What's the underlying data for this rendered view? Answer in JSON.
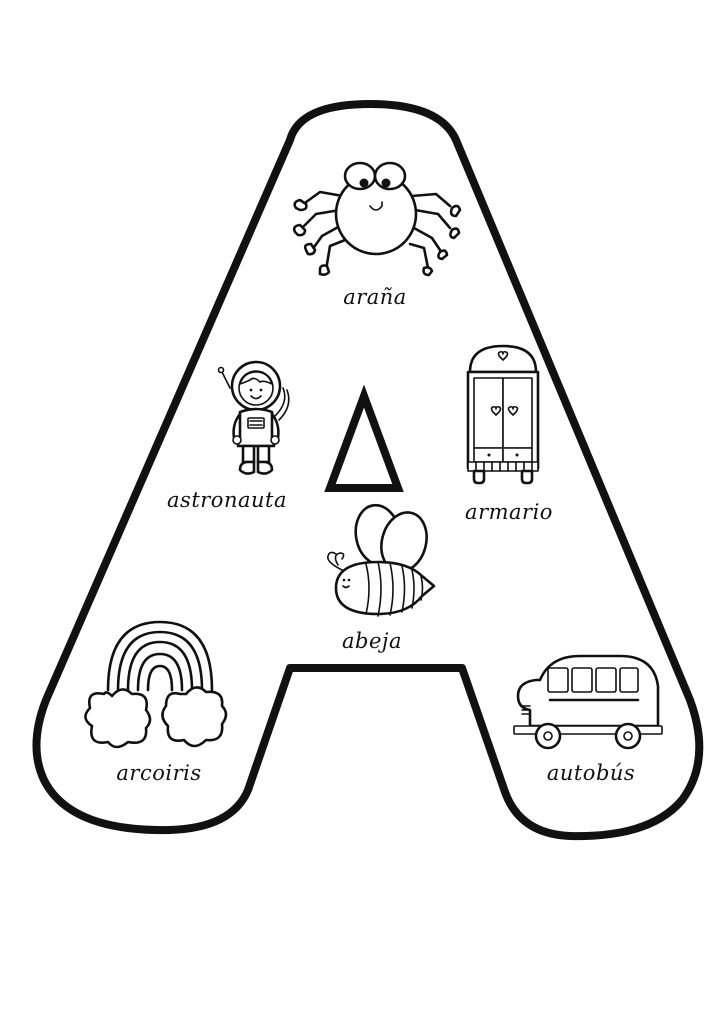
{
  "worksheet": {
    "letter": "A",
    "outline_color": "#111111",
    "background_color": "#ffffff"
  },
  "items": [
    {
      "id": "spider",
      "word": "araña",
      "icon": "spider-icon"
    },
    {
      "id": "astronaut",
      "word": "astronauta",
      "icon": "astronaut-icon"
    },
    {
      "id": "wardrobe",
      "word": "armario",
      "icon": "wardrobe-icon"
    },
    {
      "id": "bee",
      "word": "abeja",
      "icon": "bee-icon"
    },
    {
      "id": "rainbow",
      "word": "arcoiris",
      "icon": "rainbow-icon"
    },
    {
      "id": "bus",
      "word": "autobús",
      "icon": "bus-icon"
    }
  ]
}
